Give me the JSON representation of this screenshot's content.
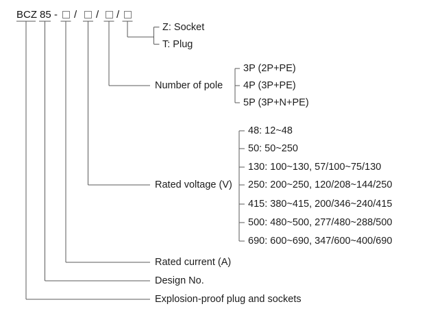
{
  "model": {
    "series_code": "BCZ",
    "design_code": "85",
    "separator": "-",
    "slash": "/"
  },
  "suffix_type": {
    "socket_option": "Z: Socket",
    "plug_option": "T: Plug"
  },
  "number_of_pole": {
    "label": "Number of pole",
    "options": [
      "3P (2P+PE)",
      "4P (3P+PE)",
      "5P (3P+N+PE)"
    ]
  },
  "rated_voltage": {
    "label": "Rated voltage (V)",
    "options": [
      "48: 12~48",
      "50: 50~250",
      "130: 100~130, 57/100~75/130",
      "250: 200~250, 120/208~144/250",
      "415: 380~415, 200/346~240/415",
      "500: 480~500, 277/480~288/500",
      "690: 600~690, 347/600~400/690"
    ]
  },
  "rated_current": {
    "label": "Rated current (A)"
  },
  "design_no": {
    "label": "Design No."
  },
  "product": {
    "label": "Explosion-proof plug and sockets"
  }
}
